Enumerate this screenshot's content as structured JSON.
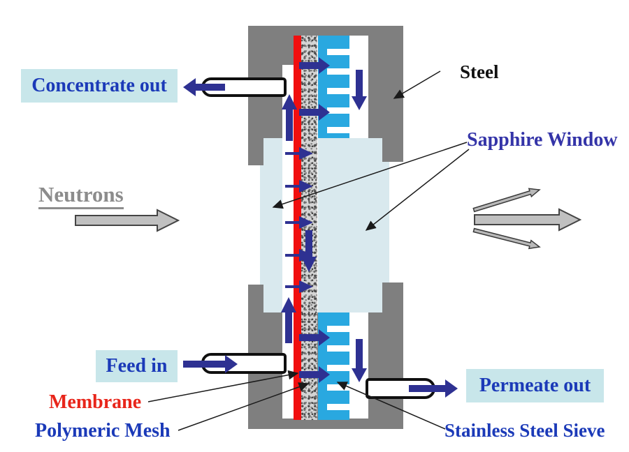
{
  "labels": {
    "concentrate_out": "Concentrate out",
    "neutrons": "Neutrons",
    "feed_in": "Feed in",
    "membrane": "Membrane",
    "polymeric_mesh": "Polymeric Mesh",
    "steel": "Steel",
    "sapphire_window": "Sapphire Window",
    "permeate_out": "Permeate out",
    "stainless_steel_sieve": "Stainless Steel Sieve"
  },
  "colors": {
    "steel_gray": "#7f7f7f",
    "membrane_red": "#f10f0f",
    "sieve_blue": "#29a8e0",
    "flow_arrow_navy": "#2e3192",
    "sapphire_window_fill": "#d9e9ee",
    "label_box_fill": "#c8e6ea",
    "label_text_blue": "#1b3ab8",
    "sapphire_label_text": "#3434a8",
    "membrane_label_text": "#e8251a",
    "neutrons_text": "#8c8c8c",
    "neutron_arrow_fill": "#c0c0c0"
  }
}
